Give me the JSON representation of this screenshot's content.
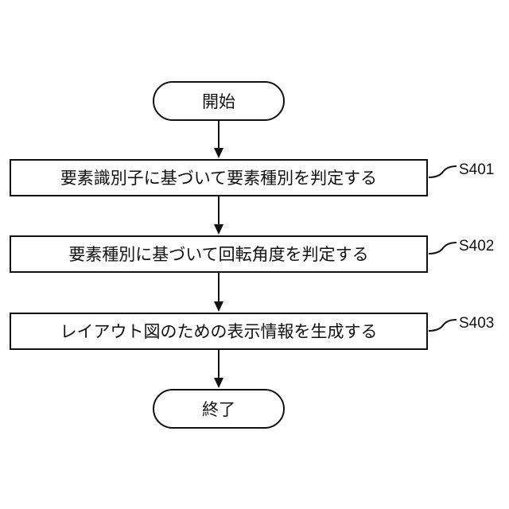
{
  "flowchart": {
    "start": {
      "label": "開始",
      "shape": "terminator"
    },
    "steps": [
      {
        "id": "S401",
        "label": "要素識別子に基づいて要素種別を判定する",
        "shape": "process"
      },
      {
        "id": "S402",
        "label": "要素種別に基づいて回転角度を判定する",
        "shape": "process"
      },
      {
        "id": "S403",
        "label": "レイアウト図のための表示情報を生成する",
        "shape": "process"
      }
    ],
    "end": {
      "label": "終了",
      "shape": "terminator"
    },
    "flow": [
      "開始",
      "S401",
      "S402",
      "S403",
      "終了"
    ]
  },
  "colors": {
    "stroke": "#111111",
    "fill": "#ffffff",
    "background": "#ffffff"
  }
}
